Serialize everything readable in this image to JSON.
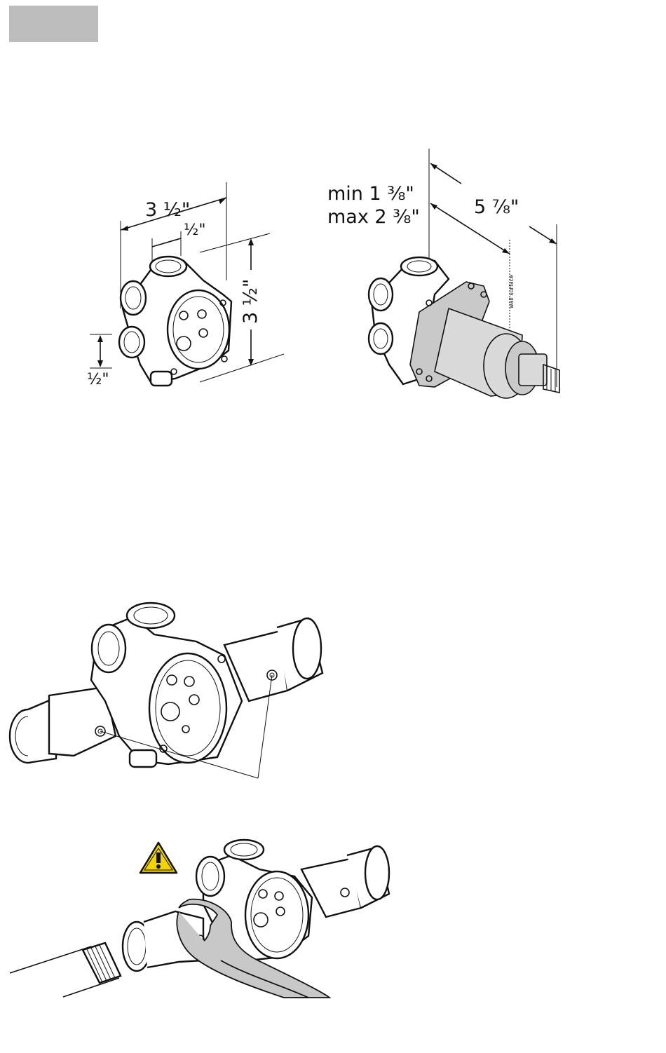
{
  "figure1": {
    "width_label": "3 ½\"",
    "offset_label": "½\"",
    "height_label": "3 ½\"",
    "bottom_label": "½\""
  },
  "figure2": {
    "min_label": "min 1 ⅜\"",
    "max_label": "max 2 ⅜\"",
    "depth_label": "5 ⅞\"",
    "wall_label": "wall surface"
  },
  "icons": {
    "warning": "warning-triangle-icon"
  },
  "colors": {
    "tab": "#bdbdbd",
    "warning_fill": "#f2d400",
    "wrench": "#c8c8c8"
  }
}
